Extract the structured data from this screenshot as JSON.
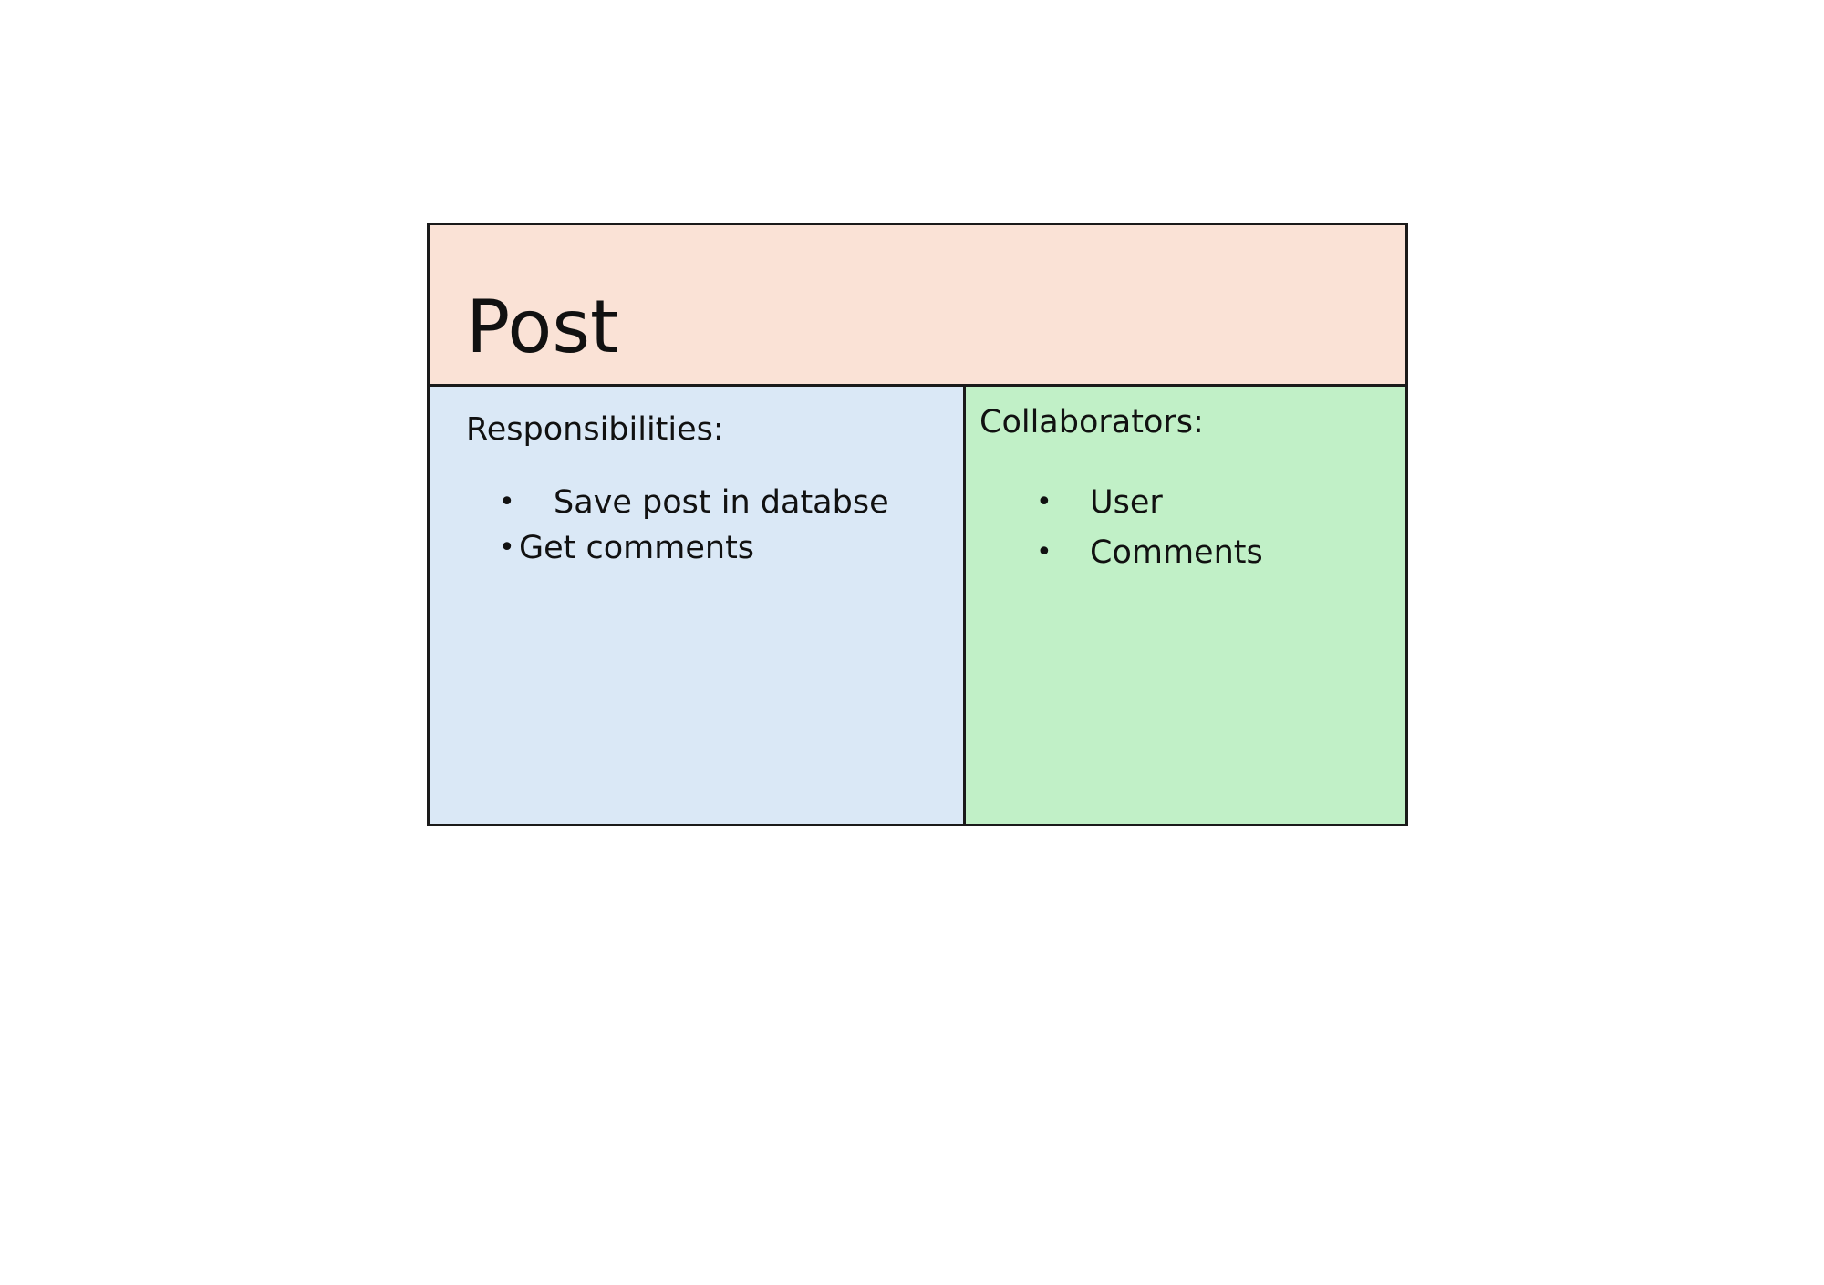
{
  "card": {
    "class_name": "Post",
    "colors": {
      "header_bg": "#fae2d6",
      "responsibilities_bg": "#dae8f6",
      "collaborators_bg": "#c1f0c7",
      "border": "#1a1a1a"
    },
    "responsibilities": {
      "heading": "Responsibilities:",
      "items": [
        "Save post in databse",
        "Get comments"
      ]
    },
    "collaborators": {
      "heading": "Collaborators:",
      "items": [
        "User",
        "Comments"
      ]
    },
    "bullet_glyph": "•"
  }
}
